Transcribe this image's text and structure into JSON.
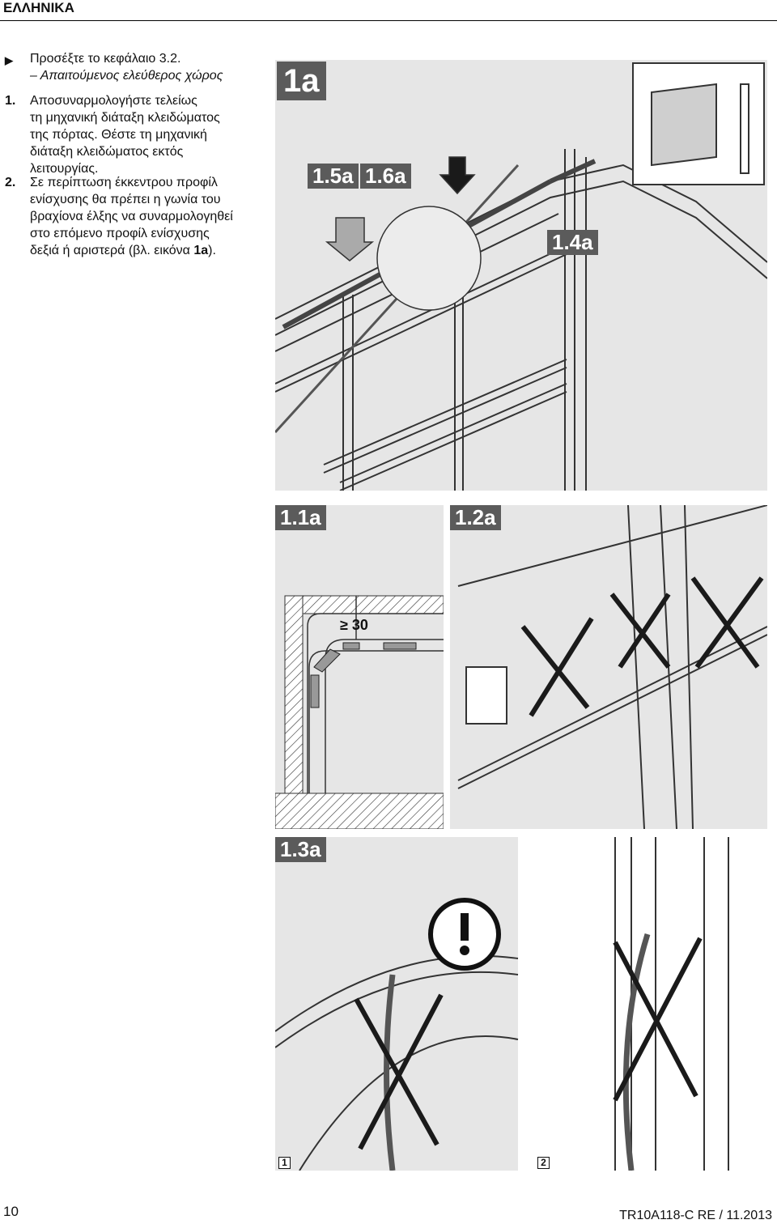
{
  "header": {
    "title": "ΕΛΛΗΝΙΚΑ"
  },
  "instructions": {
    "note_marker": "▶",
    "note_line1": "Προσέξτε το κεφάλαιο 3.2.",
    "note_line2": "– Απαιτούμενος ελεύθερος χώρος",
    "step1_number": "1.",
    "step1_lines": [
      "Αποσυναρμολογήστε τελείως",
      "τη μηχανική διάταξη κλειδώματος",
      "της πόρτας. Θέστε τη μηχανική",
      "διάταξη κλειδώματος εκτός",
      "λειτουργίας."
    ],
    "step2_number": "2.",
    "step2_lines": [
      "Σε περίπτωση έκκεντρου προφίλ",
      "ενίσχυσης θα πρέπει η γωνία του",
      "βραχίονα έλξης να συναρμολογηθεί",
      "στο επόμενο προφίλ ενίσχυσης",
      "δεξιά ή αριστερά (βλ. εικόνα "
    ],
    "step2_ref": "1a",
    "step2_end": ")."
  },
  "figures": {
    "main_label": "1a",
    "callout_15a": "1.5a",
    "callout_16a": "1.6a",
    "callout_14a": "1.4a",
    "fig_11a": "1.1a",
    "fig_12a": "1.2a",
    "fig_13a": "1.3a",
    "dimension": "≥ 30",
    "variant_1": "1",
    "variant_2": "2"
  },
  "footer": {
    "page_number": "10",
    "doc_code": "TR10A118-C  RE / 11.2013"
  },
  "colors": {
    "panel_bg": "#e6e6e6",
    "label_bg": "#5b5b5b"
  }
}
